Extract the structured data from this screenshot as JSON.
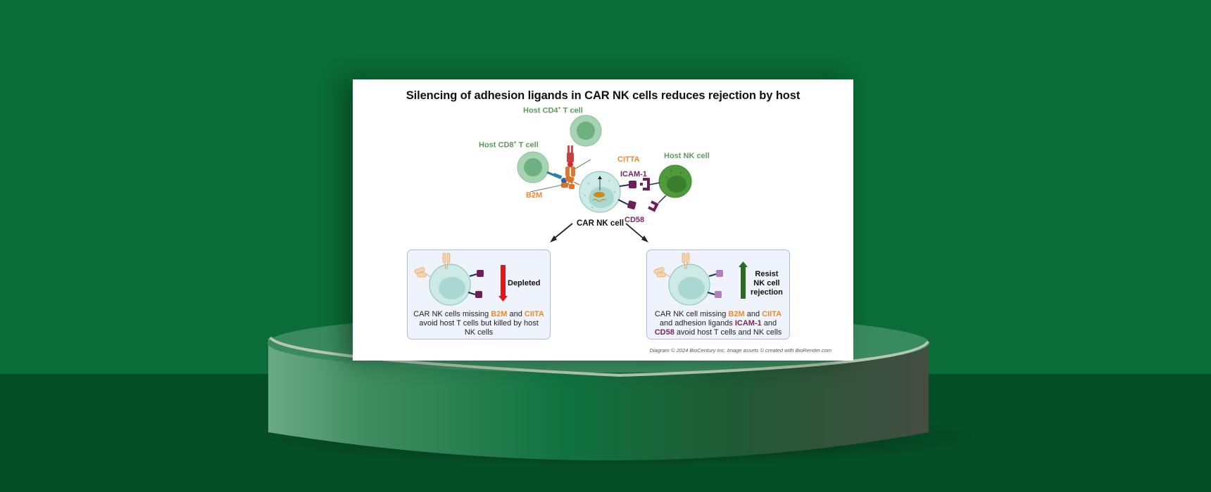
{
  "diagram": {
    "title": "Silencing of adhesion ligands in CAR NK cells reduces rejection by host",
    "labels": {
      "host_cd4": {
        "prefix": "Host CD4",
        "sup": "+",
        "suffix": " T cell"
      },
      "host_cd8": {
        "prefix": "Host CD8",
        "sup": "+",
        "suffix": " T cell"
      },
      "host_nk": "Host NK cell",
      "citta": "CITTA",
      "icam1": "ICAM-1",
      "b2m": "B2M",
      "cd58": "CD58",
      "car_nk": "CAR NK cell"
    },
    "panels": [
      {
        "side_label": "Depleted",
        "arrow_direction": "down",
        "arrow_color": "#e0161b",
        "ligand_color": "#6e1f57",
        "caption": {
          "line1_pre": "CAR NK cells missing ",
          "b2m": "B2M",
          "and": " and ",
          "ciita": "CIITA",
          "line2": "avoid host T cells but killed by host",
          "line3": "NK cells"
        }
      },
      {
        "side_label": [
          "Resist",
          "NK cell",
          "rejection"
        ],
        "arrow_direction": "up",
        "arrow_color": "#2f6a25",
        "ligand_color": "#b07fc0",
        "caption": {
          "line1_pre": "CAR NK cell missing ",
          "b2m": "B2M",
          "and": " and ",
          "ciita": "CIITA",
          "line2_pre": "and adhesion ligands ",
          "icam1": "ICAM-1",
          "line2_post": " and",
          "cd58": "CD58",
          "line3_post": " avoid host T cells and NK cells"
        }
      }
    ],
    "footer": "Diagram © 2024 BioCentury Inc. Image assets © created with BioRender.com"
  },
  "colors": {
    "wall": "#0a6c37",
    "floor": "#054f28",
    "host_t_cell": "#a6d4b2",
    "host_nk_cell": "#4f9b3c",
    "car_nk_cell": "#cdeae6",
    "label_green": "#5d9a5a",
    "label_orange": "#ee8a2c",
    "label_purple": "#7a2462"
  }
}
